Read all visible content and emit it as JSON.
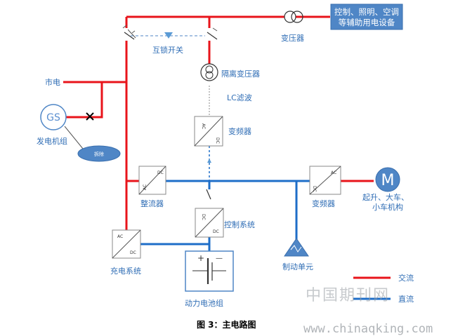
{
  "labels": {
    "interlock_switch": "互锁开关",
    "main_transformer": "变压器",
    "control_lighting_box": [
      "控制、照明、空调",
      "等辅助用电设备"
    ],
    "city_power": "市电",
    "isolation_transformer": "隔离变压器",
    "lc_filter": "LC滤波",
    "inverter_top": "变频器",
    "generator": "GS",
    "generator_set": "发电机组",
    "remove": "拆除",
    "rectifier": "整流器",
    "inverter_right": "变频器",
    "motor": "M",
    "motor_label": [
      "起升、大车、",
      "小车机构"
    ],
    "control_system": "控制系统",
    "charging_system": "充电系统",
    "brake_unit": "制动单元",
    "battery_pack": "动力电池组",
    "legend_ac": "交流",
    "legend_dc": "直流",
    "caption": "图 3：主电路图",
    "battery_plus": "+",
    "battery_minus": "—"
  },
  "converter_text": {
    "ac": "AC",
    "dc": "DC"
  },
  "watermark": {
    "line1": "中国期刊网",
    "line2": "www.chinaqking.com"
  },
  "colors": {
    "ac_line": "#e8141b",
    "dc_line": "#1e6ec8",
    "label_text": "#2f6db5",
    "box_fill": "#4f86c6"
  }
}
